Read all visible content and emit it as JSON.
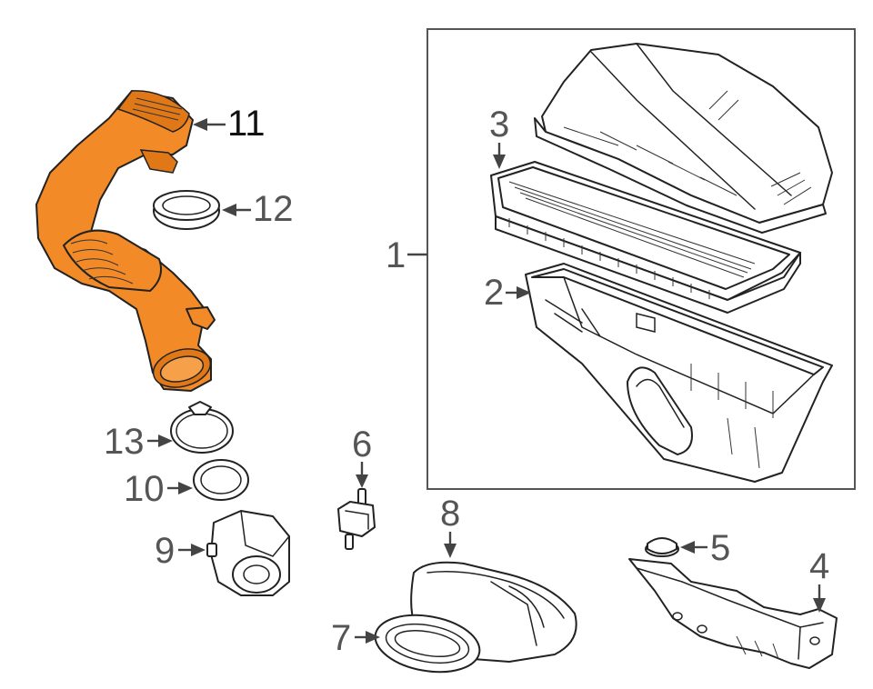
{
  "diagram": {
    "callouts": {
      "c1": "1",
      "c2": "2",
      "c3": "3",
      "c4": "4",
      "c5": "5",
      "c6": "6",
      "c7": "7",
      "c8": "8",
      "c9": "9",
      "c10": "10",
      "c11": "11",
      "c12": "12",
      "c13": "13"
    },
    "highlight_color": "#f28a28",
    "highlighted_part": "11"
  }
}
